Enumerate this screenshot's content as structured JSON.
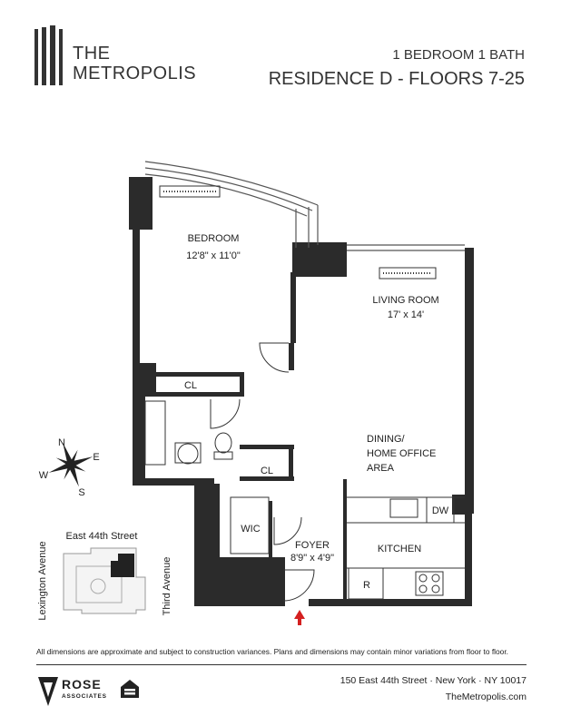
{
  "brand": {
    "line1": "THE",
    "line2": "METROPOLIS"
  },
  "header": {
    "unit_type": "1 BEDROOM 1 BATH",
    "residence": "RESIDENCE D - FLOORS 7-25"
  },
  "rooms": {
    "bedroom_name": "BEDROOM",
    "bedroom_dims": "12'8\" x 11'0\"",
    "living_name": "LIVING ROOM",
    "living_dims": "17' x 14'",
    "closet1": "CL",
    "closet2": "CL",
    "dining_line1": "DINING/",
    "dining_line2": "HOME OFFICE",
    "dining_line3": "AREA",
    "wic": "WIC",
    "foyer_name": "FOYER",
    "foyer_dims": "8'9\" x 4'9\"",
    "kitchen": "KITCHEN",
    "dishwasher": "DW",
    "refrigerator": "R"
  },
  "compass": {
    "n": "N",
    "e": "E",
    "s": "S",
    "w": "W"
  },
  "keyplan": {
    "top_street": "East 44th Street",
    "left_street": "Lexington Avenue",
    "right_street": "Third Avenue"
  },
  "footer": {
    "disclaimer": "All dimensions are approximate and subject to construction variances. Plans and dimensions may contain minor variations from floor to floor.",
    "company": "ROSE",
    "company_sub": "ASSOCIATES",
    "address": "150 East 44th Street · New York · NY 10017",
    "website": "TheMetropolis.com"
  },
  "colors": {
    "wall": "#2b2b2b",
    "entry_arrow": "#d42020"
  }
}
